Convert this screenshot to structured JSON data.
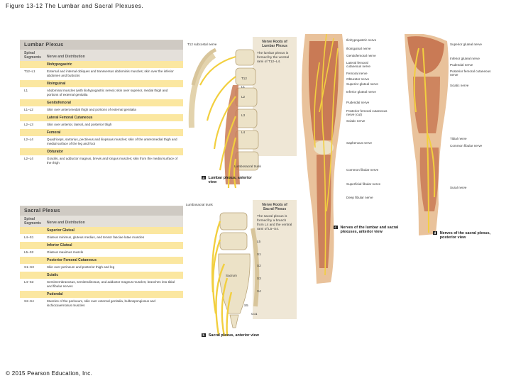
{
  "figure_title": "Figure 13-12 The Lumbar and Sacral Plexuses.",
  "copyright": "© 2015 Pearson Education, Inc.",
  "lumbar_table": {
    "title": "Lumbar Plexus",
    "col1": "Spinal Segments",
    "col2": "Nerve and Distribution",
    "nerves": [
      {
        "name": "Iliohypogastric",
        "seg": "T12–L1",
        "desc": "External and internal obliques and transversus abdominis muscles; skin over the inferior abdomen and buttocks"
      },
      {
        "name": "Ilioinguinal",
        "seg": "L1",
        "desc": "Abdominal muscles (with iliohypogastric nerve); skin over superior, medial thigh and portions of external genitalia"
      },
      {
        "name": "Genitofemoral",
        "seg": "L1–L2",
        "desc": "Skin over anteromedial thigh and portions of external genitalia"
      },
      {
        "name": "Lateral Femoral Cutaneous",
        "seg": "L2–L3",
        "desc": "Skin over anterior, lateral, and posterior thigh"
      },
      {
        "name": "Femoral",
        "seg": "L2–L4",
        "desc": "Quadriceps, sartorius, pectineus and iliopsoas muscles; skin of the anteromedial thigh and medial surface of the leg and foot"
      },
      {
        "name": "Obturator",
        "seg": "L2–L4",
        "desc": "Gracilis, and adductor magnus, brevis and longus muscles; skin from the medial surface of the thigh"
      }
    ]
  },
  "sacral_table": {
    "title": "Sacral Plexus",
    "col1": "Spinal Segments",
    "col2": "Nerve and Distribution",
    "nerves": [
      {
        "name": "Superior Gluteal",
        "seg": "L4–S1",
        "desc": "Gluteus minimus, gluteus medius, and tensor fasciae latae muscles"
      },
      {
        "name": "Inferior Gluteal",
        "seg": "L5–S2",
        "desc": "Gluteus maximus muscle"
      },
      {
        "name": "Posterior Femoral Cutaneous",
        "seg": "S1–S3",
        "desc": "Skin over perineum and posterior thigh and leg"
      },
      {
        "name": "Sciatic",
        "seg": "L4–S3",
        "desc": "Semimembranosus, semitendinosus, and adductor magnus muscles; branches into tibial and fibular nerves"
      },
      {
        "name": "Pudendal",
        "seg": "S2–S4",
        "desc": "Muscles of the perineum, skin over external genitalia, bulbospongiosus and ischiocavernosus muscles"
      }
    ]
  },
  "lumbar_roots_box": {
    "title": "Nerve Roots of Lumbar Plexus",
    "text": "The lumbar plexus is formed by the ventral rami of T12–L4."
  },
  "sacral_roots_box": {
    "title": "Nerve Roots of Sacral Plexus",
    "text": "The sacral plexus is formed by a branch from L4 and the ventral rami of L5–S4."
  },
  "spine_labels": {
    "t12_subcostal": "T12 subcostal nerve",
    "lumbar": [
      "T12",
      "L1",
      "L2",
      "L3",
      "L4"
    ],
    "lumbosacral_trunk_right": "Lumbosacral trunk",
    "lumbosacral_trunk_left": "Lumbosacral trunk",
    "sacral": [
      "L5",
      "S1",
      "S2",
      "S3",
      "S4",
      "S5",
      "Co1"
    ],
    "sacrum": "Sacrum"
  },
  "anterior_leg_labels": {
    "iliohypogastric": "Iliohypogastric nerve",
    "ilioinguinal": "Ilioinguinal nerve",
    "genitofemoral": "Genitofemoral nerve",
    "lateral_femoral_cutaneous": "Lateral femoral cutaneous nerve",
    "femoral": "Femoral nerve",
    "obturator": "Obturator nerve",
    "superior_gluteal": "Superior gluteal nerve",
    "inferior_gluteal": "Inferior gluteal nerve",
    "pudendal": "Pudendal nerve",
    "posterior_femoral_cutaneous": "Posterior femoral cutaneous nerve (cut)",
    "sciatic": "Sciatic nerve",
    "saphenous": "Saphenous nerve",
    "common_fibular": "Common fibular nerve",
    "superficial_fibular": "Superficial fibular nerve",
    "deep_fibular": "Deep fibular nerve"
  },
  "posterior_leg_labels": {
    "superior_gluteal": "Superior gluteal nerve",
    "inferior_gluteal": "Inferior gluteal nerve",
    "pudendal": "Pudendal nerve",
    "posterior_femoral_cutaneous": "Posterior femoral cutaneous nerve",
    "sciatic": "Sciatic nerve",
    "tibial": "Tibial nerve",
    "common_fibular": "Common fibular nerve",
    "sural": "Sural nerve"
  },
  "captions": {
    "a_tag": "a",
    "a_text": "Lumbar plexus, anterior view",
    "b_tag": "b",
    "b_text": "Sacral plexus, anterior view",
    "c_tag": "c",
    "c_text": "Nerves of the lumbar and sacral plexuses, anterior view",
    "d_tag": "d",
    "d_text": "Nerves of the sacral plexus, posterior view"
  },
  "colors": {
    "nerve": "#f2cf3f",
    "nerve_dark": "#c9a11c",
    "bone": "#ece2c7",
    "muscle": "#c97a55",
    "skin": "#e9c29b",
    "table_head": "#cfcac3",
    "nerve_row": "#fbe7a0",
    "callout": "#efe7d6"
  }
}
